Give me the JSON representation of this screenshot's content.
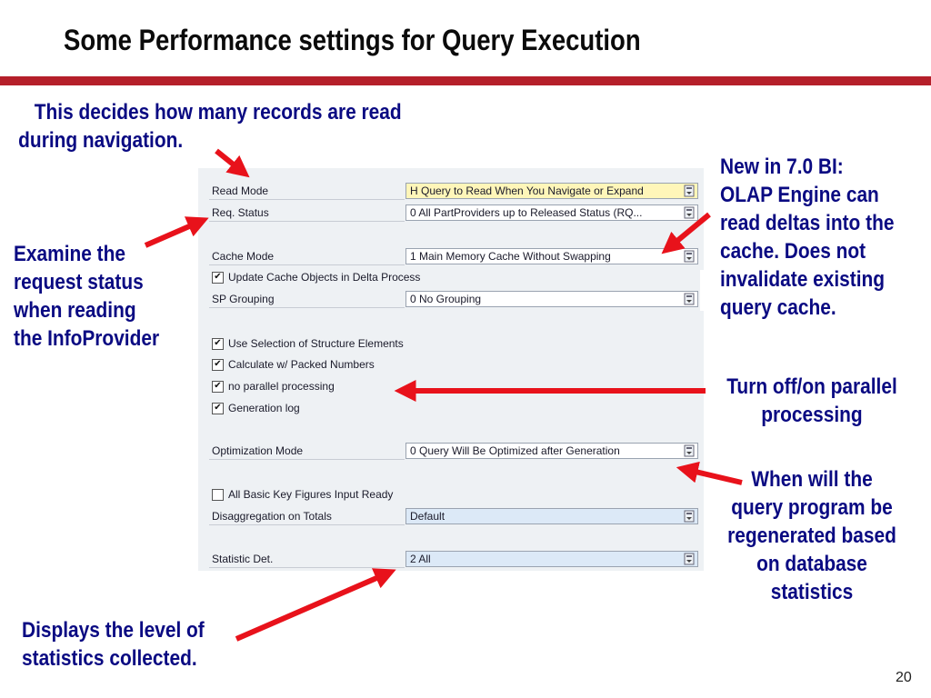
{
  "slide": {
    "title": "Some Performance settings for Query Execution",
    "page_number": "20"
  },
  "annotations": {
    "read_mode": [
      "This decides how many records are read",
      "during navigation."
    ],
    "request_status": [
      "Examine the",
      "request status",
      "when reading",
      "the InfoProvider"
    ],
    "cache": [
      "New in 7.0 BI:",
      "OLAP Engine can",
      "read deltas into the",
      "cache. Does not",
      "invalidate existing",
      "query cache."
    ],
    "parallel": [
      "Turn off/on parallel",
      "processing"
    ],
    "optimization": [
      "When will the",
      "query program be",
      "regenerated based",
      "on database",
      "statistics"
    ],
    "statistics": [
      "Displays the level of",
      "statistics collected."
    ]
  },
  "settings": {
    "read_mode": {
      "label": "Read Mode",
      "value": "H Query to Read When You Navigate or Expand"
    },
    "req_status": {
      "label": "Req. Status",
      "value": "0 All PartProviders up to Released Status (RQ..."
    },
    "cache_mode": {
      "label": "Cache Mode",
      "value": "1 Main Memory Cache Without Swapping"
    },
    "update_cache": {
      "label": "Update Cache Objects in Delta Process",
      "checked": true
    },
    "sp_grouping": {
      "label": "SP Grouping",
      "value": "0 No Grouping"
    },
    "use_selection": {
      "label": "Use Selection of Structure Elements",
      "checked": true
    },
    "packed_numbers": {
      "label": "Calculate w/ Packed Numbers",
      "checked": true
    },
    "no_parallel": {
      "label": "no parallel processing",
      "checked": true
    },
    "generation_log": {
      "label": "Generation log",
      "checked": true
    },
    "optimization_mode": {
      "label": "Optimization Mode",
      "value": "0 Query Will Be Optimized after Generation"
    },
    "input_ready": {
      "label": "All Basic Key Figures Input Ready",
      "checked": false
    },
    "disaggregation": {
      "label": "Disaggregation on Totals",
      "value": "Default"
    },
    "statistic_det": {
      "label": "Statistic Det.",
      "value": "2 All"
    }
  },
  "colors": {
    "title_rule": "#b51f2a",
    "annotation_text": "#0a0a82",
    "arrow": "#e8121b",
    "highlight_field": "#fff6b9",
    "blue_field": "#dce9f7"
  },
  "icons": {
    "dropdown": "dropdown-icon",
    "checkbox": "checkbox-icon",
    "arrow": "pointer-arrow"
  }
}
